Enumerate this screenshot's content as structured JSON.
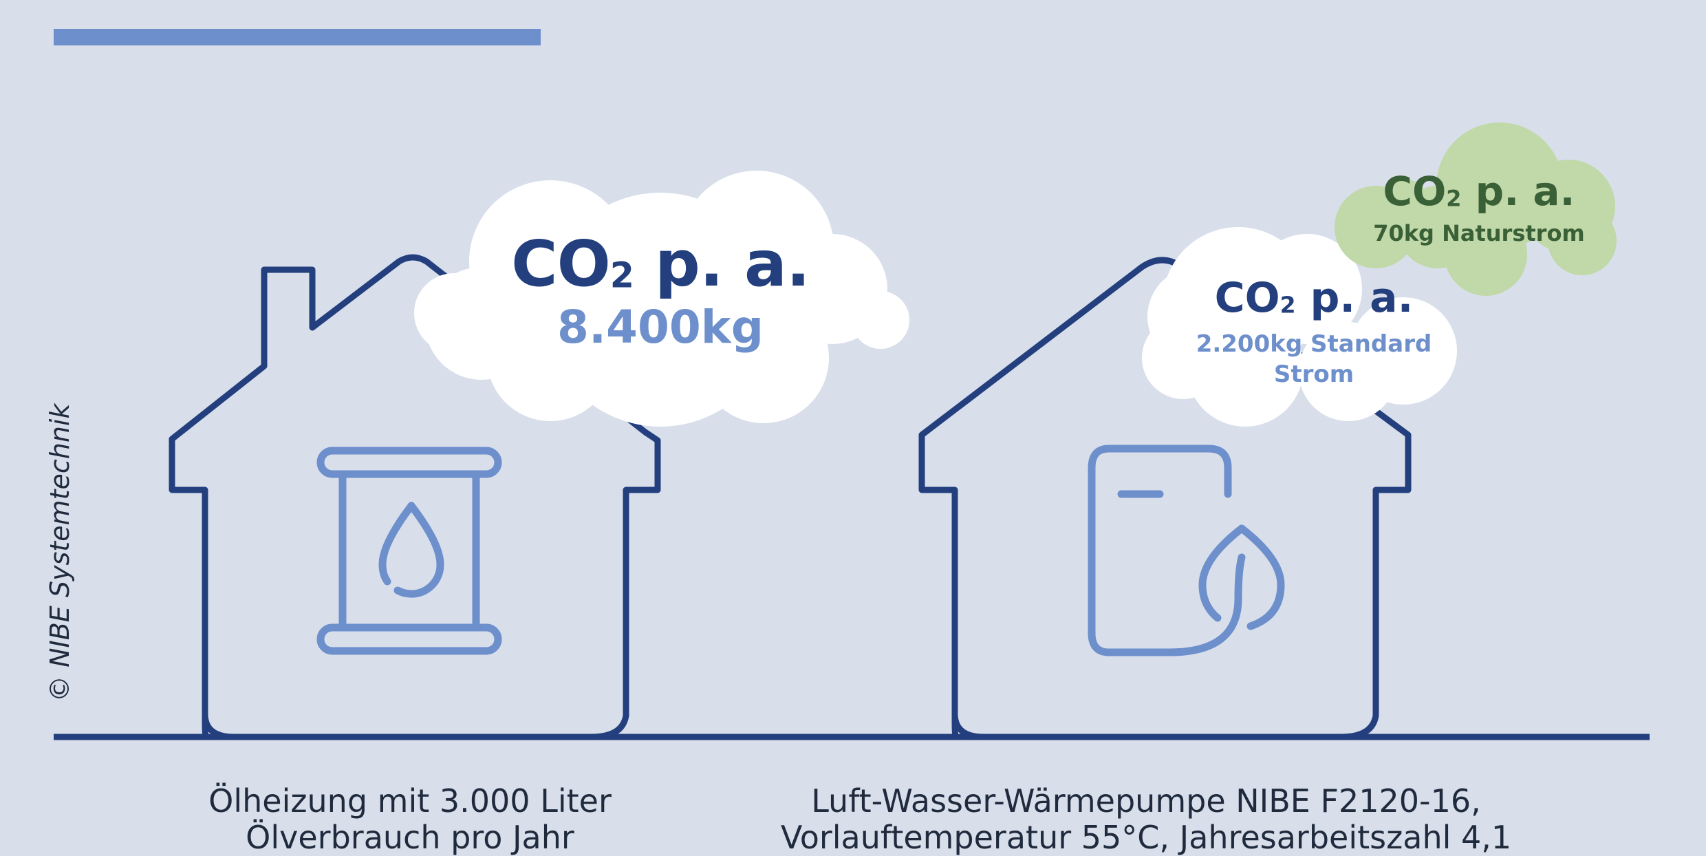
{
  "credit": "© NIBE Systemtechnik",
  "oil_house": {
    "cloud_title": "CO",
    "cloud_title_sub": "2",
    "cloud_title_suffix": " p. a.",
    "cloud_value": "8.400kg",
    "caption_line1": "Ölheizung mit 3.000 Liter",
    "caption_line2": "Ölverbrauch pro Jahr"
  },
  "heatpump_house": {
    "cloud_title": "CO",
    "cloud_title_sub": "2",
    "cloud_title_suffix": " p. a.",
    "cloud_value_line1": "2.200kg Standard",
    "cloud_value_line2": "Strom",
    "caption_line1": "Luft-Wasser-Wärmepumpe NIBE F2120-16,",
    "caption_line2": "Vorlauftemperatur 55°C, Jahresarbeitszahl 4,1"
  },
  "green_cloud": {
    "title": "CO",
    "title_sub": "2",
    "title_suffix": " p. a.",
    "value": "70kg Naturstrom"
  },
  "colors": {
    "background": "#d8dfeb",
    "house_outline": "#233f7e",
    "icon_blue": "#6d8fcb",
    "accent_bar": "#6d8fcb",
    "green_cloud": "#c1d8a8",
    "green_text": "#3a6038"
  },
  "icons": [
    "oil-barrel-icon",
    "heat-pump-icon",
    "leaf-icon",
    "drop-icon"
  ]
}
